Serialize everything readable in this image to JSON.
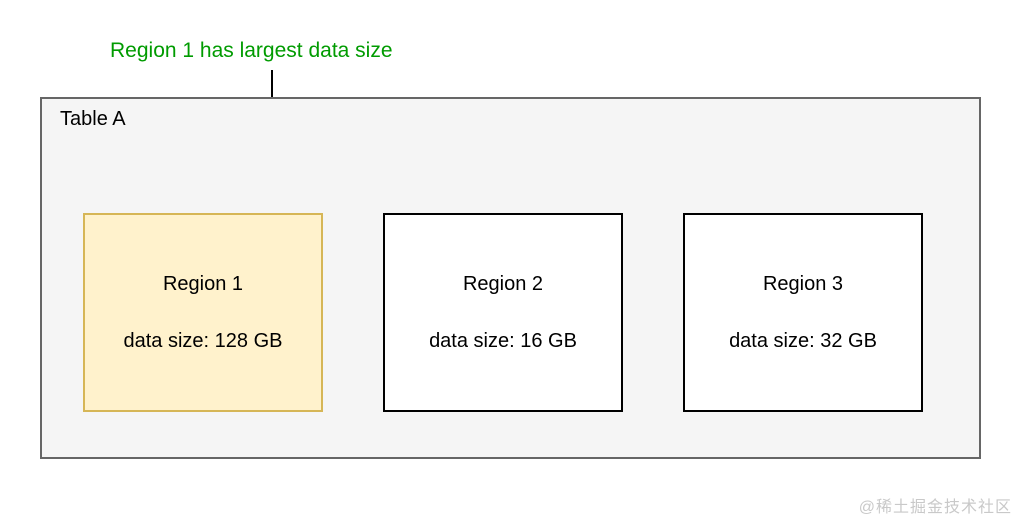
{
  "annotation": {
    "text": "Region 1 has largest data size",
    "color": "#009b00"
  },
  "container": {
    "label": "Table A",
    "fill": "#f5f5f5",
    "border": "#666666"
  },
  "regions": [
    {
      "name": "Region 1",
      "size_label": "data size: 128 GB",
      "fill": "#fff2cc",
      "border": "#d6b656",
      "highlighted": true
    },
    {
      "name": "Region 2",
      "size_label": "data size: 16 GB",
      "fill": "#ffffff",
      "border": "#000000",
      "highlighted": false
    },
    {
      "name": "Region 3",
      "size_label": "data size: 32 GB",
      "fill": "#ffffff",
      "border": "#000000",
      "highlighted": false
    }
  ],
  "watermark": "@稀土掘金技术社区"
}
